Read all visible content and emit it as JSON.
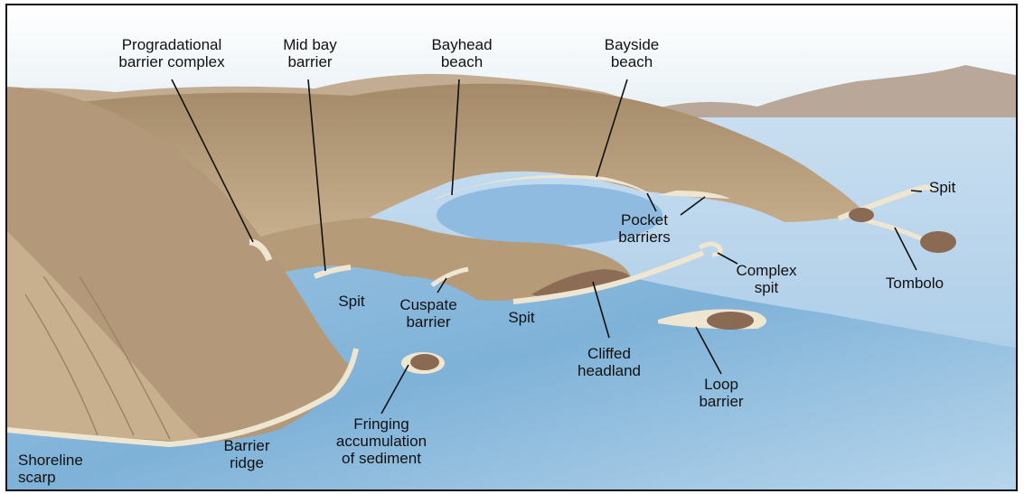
{
  "labels": {
    "progradational": "Progradational\nbarrier complex",
    "mid_bay": "Mid bay\nbarrier",
    "bayhead": "Bayhead\nbeach",
    "bayside": "Bayside\nbeach",
    "spit_top_right": "Spit",
    "pocket": "Pocket\nbarriers",
    "complex_spit": "Complex\nspit",
    "tombolo": "Tombolo",
    "spit_left": "Spit",
    "cuspate": "Cuspate\nbarrier",
    "spit_mid": "Spit",
    "cliffed": "Cliffed\nheadland",
    "loop": "Loop\nbarrier",
    "fringing": "Fringing\naccumulation\nof sediment",
    "barrier_ridge": "Barrier\nridge",
    "shoreline_scarp": "Shoreline\nscarp"
  },
  "colors": {
    "sky": "#e4eef4",
    "water_deep": "#7aaed4",
    "water_light": "#c2dcee",
    "land": "#b49b7a",
    "land_dark": "#8f7658",
    "sand": "#ebe3cf",
    "rock": "#8a6a52",
    "mountain_far": "#b7a79a"
  }
}
